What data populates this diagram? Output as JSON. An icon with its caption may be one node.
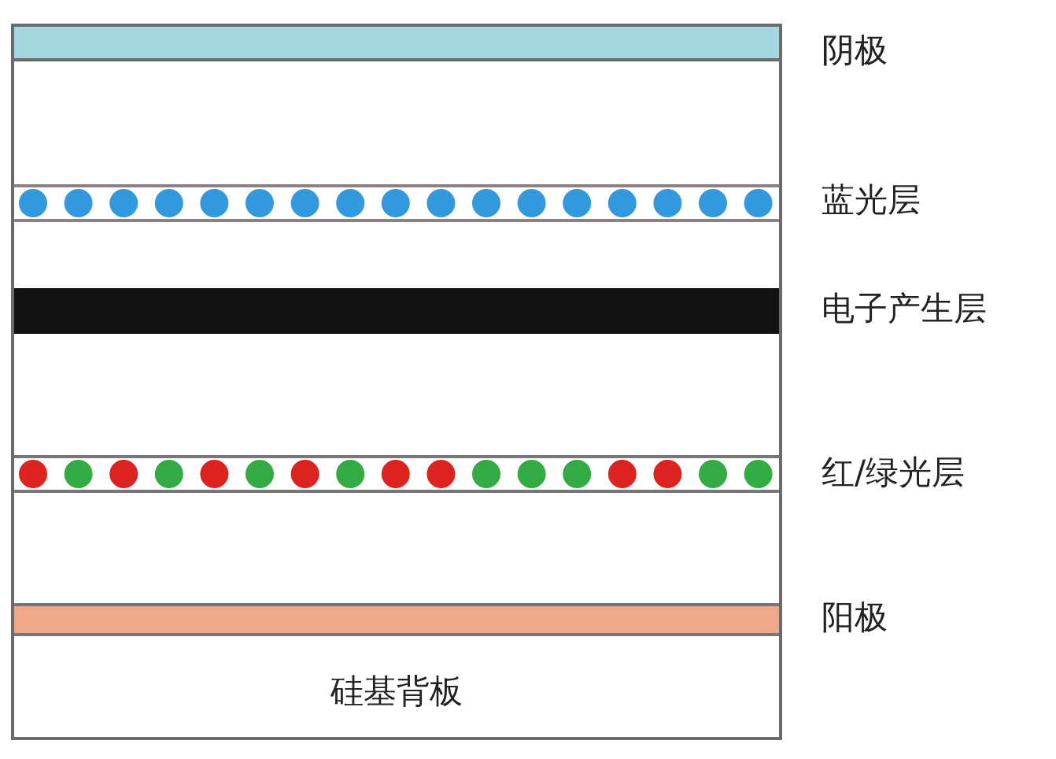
{
  "diagram": {
    "nodes": [
      {
        "text": [
          "硅基背板"
        ]
      },
      {
        "text": [],
        "shape": "bar",
        "beside": [
          "阴极"
        ],
        "in": 0
      },
      {
        "text": [],
        "shape": "bar",
        "beside": [
          "蓝光层"
        ],
        "in": 0
      },
      {
        "text": [],
        "shape": "bar",
        "beside": [
          "电子产生层"
        ],
        "in": 0
      },
      {
        "text": [],
        "shape": "bar",
        "beside": [
          "红/绿光层"
        ],
        "in": 0
      },
      {
        "text": [],
        "shape": "bar",
        "beside": [
          "阳极"
        ],
        "in": 0
      }
    ]
  }
}
